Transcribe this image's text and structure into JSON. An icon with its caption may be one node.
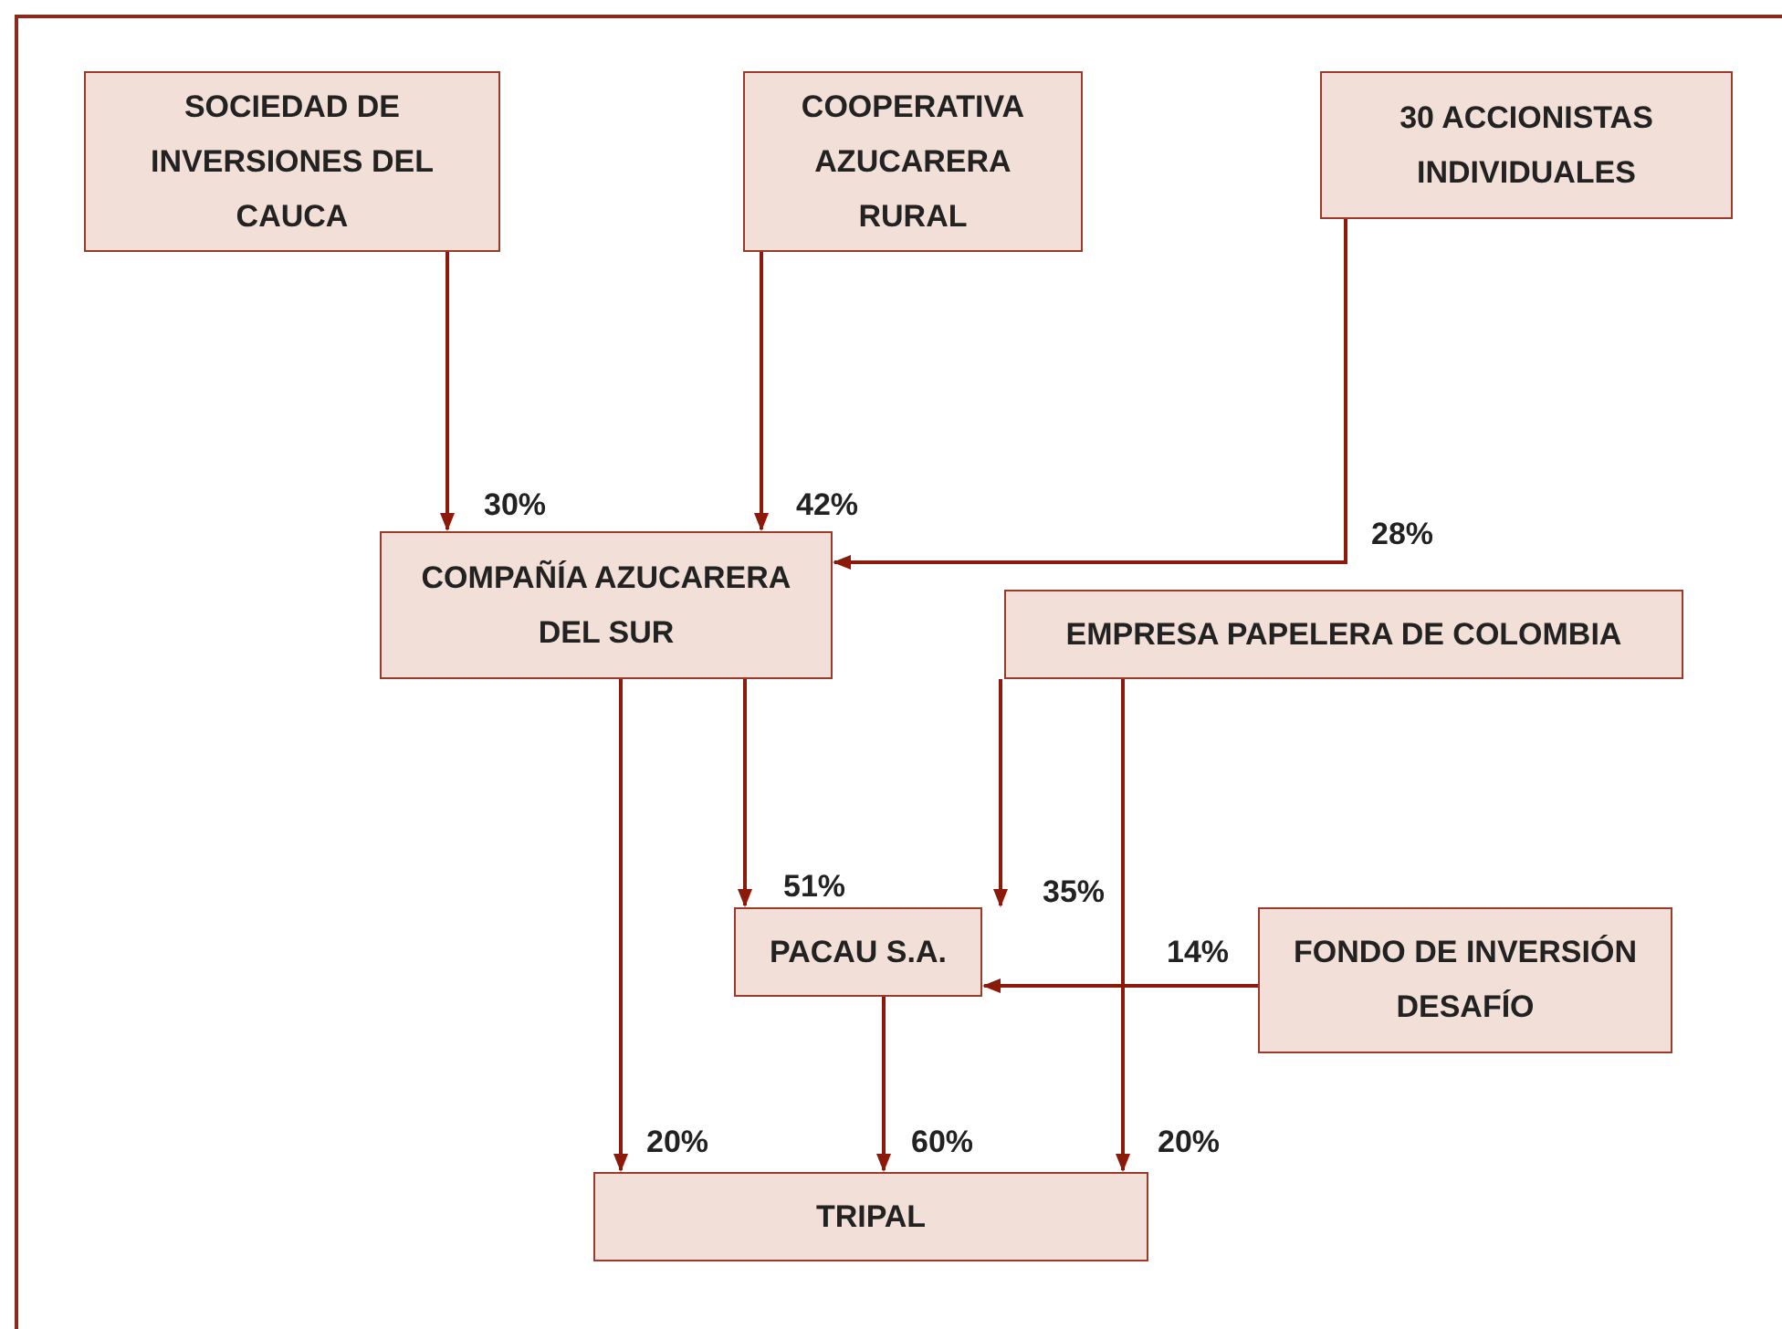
{
  "diagram": {
    "nodes": [
      {
        "text": [
          "SOCIEDAD DE INVERSIONES DEL CAUCA"
        ]
      },
      {
        "text": [
          "COOPERATIVA AZUCARERA RURAL"
        ]
      },
      {
        "text": [
          "30 ACCIONISTAS INDIVIDUALES"
        ]
      },
      {
        "text": [
          "COMPAÑÍA AZUCARERA DEL SUR"
        ]
      },
      {
        "text": [
          "EMPRESA PAPELERA DE COLOMBIA"
        ]
      },
      {
        "text": [
          "PACAU S.A."
        ]
      },
      {
        "text": [
          "FONDO DE INVERSIÓN DESAFÍO"
        ]
      },
      {
        "text": [
          "TRIPAL"
        ]
      }
    ],
    "edges": [
      {
        "from": 0,
        "to": 3,
        "arrow": "to",
        "label": "30%"
      },
      {
        "from": 1,
        "to": 3,
        "arrow": "to",
        "label": "42%"
      },
      {
        "from": 2,
        "to": 3,
        "arrow": "to",
        "label": "28%"
      },
      {
        "from": 3,
        "to": 5,
        "arrow": "to",
        "label": "51%"
      },
      {
        "from": 4,
        "to": 5,
        "arrow": "to",
        "label": "35%"
      },
      {
        "from": 6,
        "to": 5,
        "arrow": "to",
        "label": "14%"
      },
      {
        "from": 3,
        "to": 7,
        "arrow": "to",
        "label": "20%"
      },
      {
        "from": 5,
        "to": 7,
        "arrow": "to",
        "label": "60%"
      },
      {
        "from": 4,
        "to": 7,
        "arrow": "to",
        "label": "20%"
      }
    ]
  }
}
